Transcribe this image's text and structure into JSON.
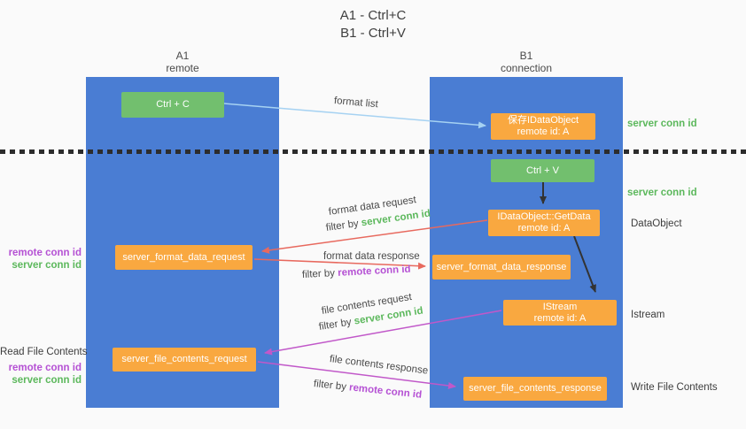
{
  "title": {
    "line1": "A1 - Ctrl+C",
    "line2": "B1 - Ctrl+V"
  },
  "columns": {
    "a": {
      "name": "A1",
      "subtitle": "remote"
    },
    "b": {
      "name": "B1",
      "subtitle": "connection"
    }
  },
  "nodes": {
    "ctrl_c": "Ctrl + C",
    "save_idataobject": {
      "line1": "保存IDataObject",
      "line2": "remote id: A"
    },
    "ctrl_v": "Ctrl + V",
    "getdata": {
      "line1": "IDataObject::GetData",
      "line2": "remote id: A"
    },
    "format_request": "server_format_data_request",
    "format_response": "server_format_data_response",
    "istream": {
      "line1": "IStream",
      "line2": "remote id: A"
    },
    "file_request": "server_file_contents_request",
    "file_response": "server_file_contents_response"
  },
  "side_labels": {
    "right_server_conn_id_1": "server conn id",
    "right_server_conn_id_2": "server conn id",
    "dataobject": "DataObject",
    "istream": "Istream",
    "write_file_contents": "Write File Contents",
    "left_remote_conn_id_1": "remote conn id",
    "left_server_conn_id_1": "server conn id",
    "read_file_contents": "Read File Contents",
    "left_remote_conn_id_2": "remote conn id",
    "left_server_conn_id_2": "server conn id"
  },
  "arrow_labels": {
    "format_list": "format list",
    "format_data_request": "format data request",
    "format_data_response": "format data response",
    "file_contents_request": "file contents request",
    "file_contents_response": "file contents response",
    "filter_by": "filter by",
    "server_conn_id": "server conn id",
    "remote_conn_id": "remote conn id"
  },
  "colors": {
    "column_blue": "#4a7dd3",
    "node_green": "#72bf6e",
    "node_orange": "#f9a840",
    "text_green": "#5cb85c",
    "text_purple": "#b551d4",
    "arrow_red": "#e8695e",
    "arrow_magenta": "#c158c9",
    "arrow_blue": "#a6d2f2",
    "arrow_black": "#333333"
  }
}
